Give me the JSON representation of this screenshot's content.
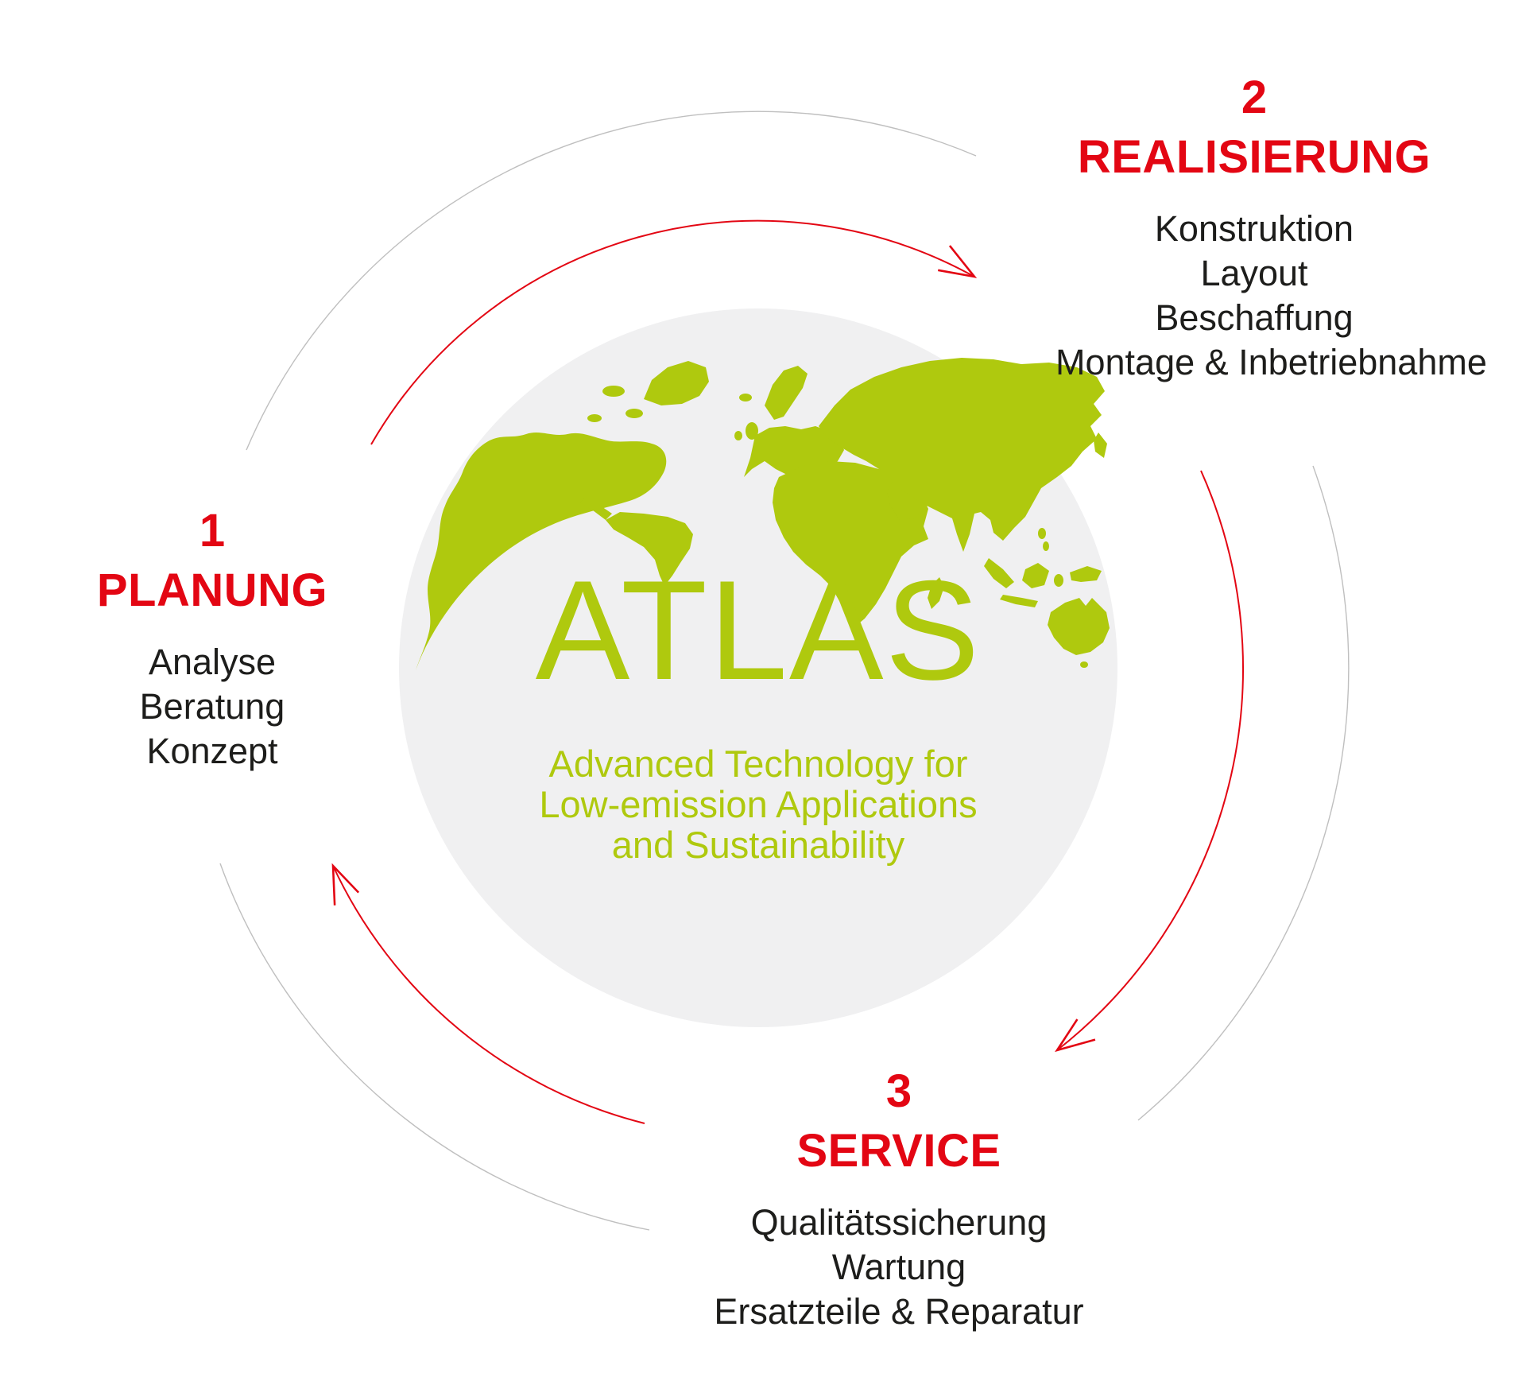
{
  "brand": {
    "logo_text": "ATLAS",
    "logo_subtitle_lines": [
      "Advanced Technology for",
      "Low-emission Applications",
      "and Sustainability"
    ]
  },
  "stages": [
    {
      "number": "1",
      "name": "PLANUNG",
      "items": [
        "Analyse",
        "Beratung",
        "Konzept"
      ]
    },
    {
      "number": "2",
      "name": "REALISIERUNG",
      "items": [
        "Konstruktion",
        "Layout",
        "Beschaffung",
        "Montage & Inbetriebnahme"
      ]
    },
    {
      "number": "3",
      "name": "SERVICE",
      "items": [
        "Qualitätssicherung",
        "Wartung",
        "Ersatzteile & Reparatur"
      ]
    }
  ],
  "icons": {
    "world_map": "world-map-icon",
    "cycle_arrows": "cycle-arrow-icon"
  },
  "colors": {
    "accent_red": "#e30613",
    "brand_green": "#afc90e",
    "circle_gray": "#f0f0f1",
    "text_dark": "#1d1d1b",
    "arc_gray": "#bfbfbf"
  }
}
